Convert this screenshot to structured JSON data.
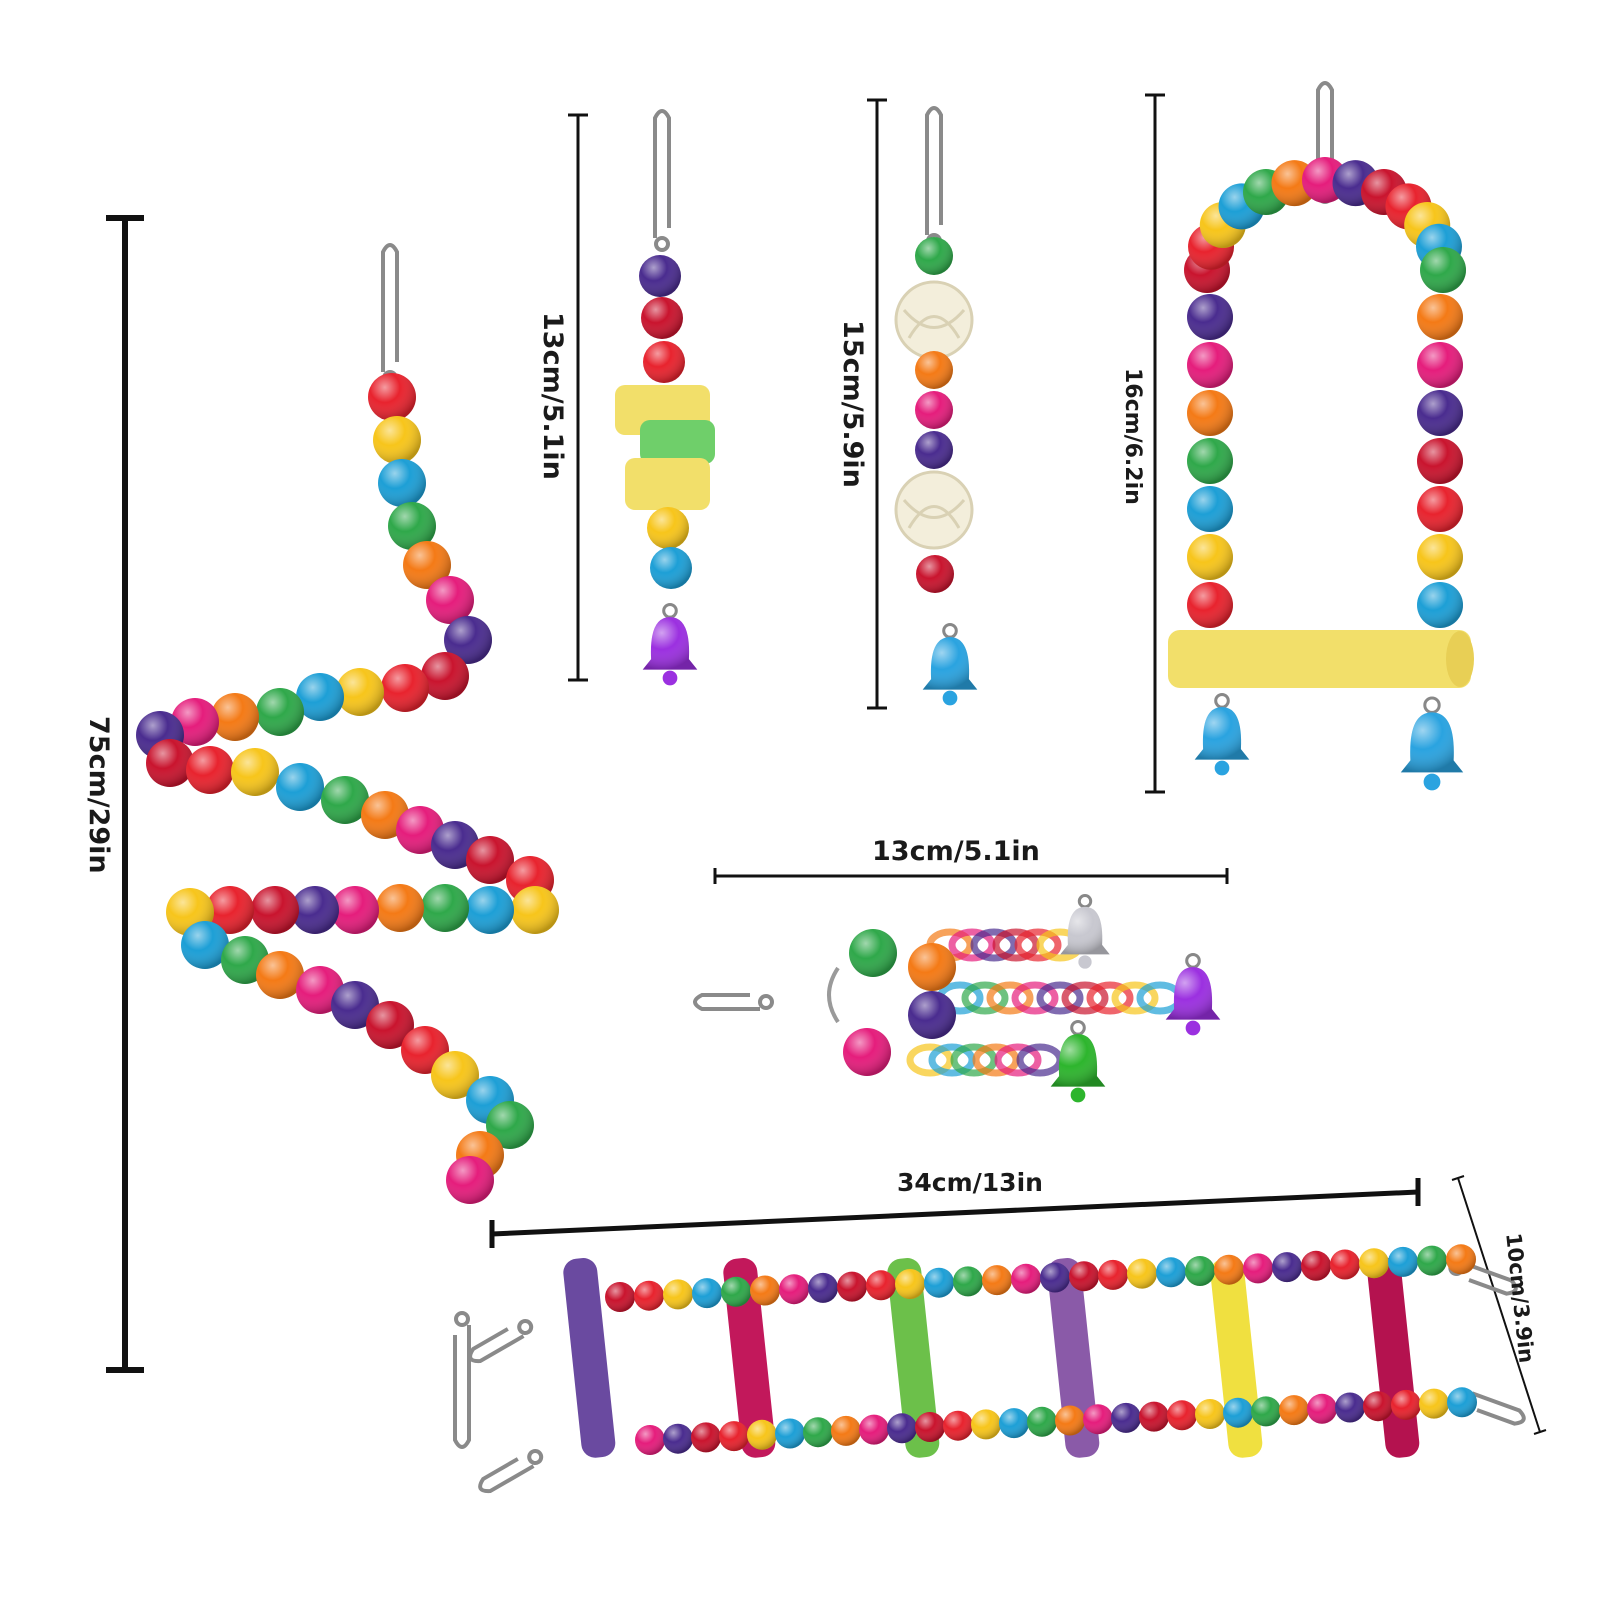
{
  "dimensions": {
    "spiral_height": "75cm/29in",
    "spool_toy_height": "13cm/5.1in",
    "ball_toy_height": "15cm/5.9in",
    "swing_height": "16cm/6.2in",
    "bell_chain_width": "13cm/5.1in",
    "ladder_length": "34cm/13in",
    "ladder_width": "10cm/3.9in"
  },
  "colors": {
    "bead_palette": [
      "#e8232e",
      "#f7c51b",
      "#1d9fd6",
      "#2fa84a",
      "#f47a16",
      "#e51d7c",
      "#4a2c8f",
      "#c9142e"
    ],
    "dimension_line": "#111111",
    "bell_purple": "#9b30e0",
    "bell_blue": "#2aa3e0",
    "bell_green": "#2db52d",
    "bell_silver": "#c8c8d0",
    "wood_yellow": "#f2df6a"
  }
}
